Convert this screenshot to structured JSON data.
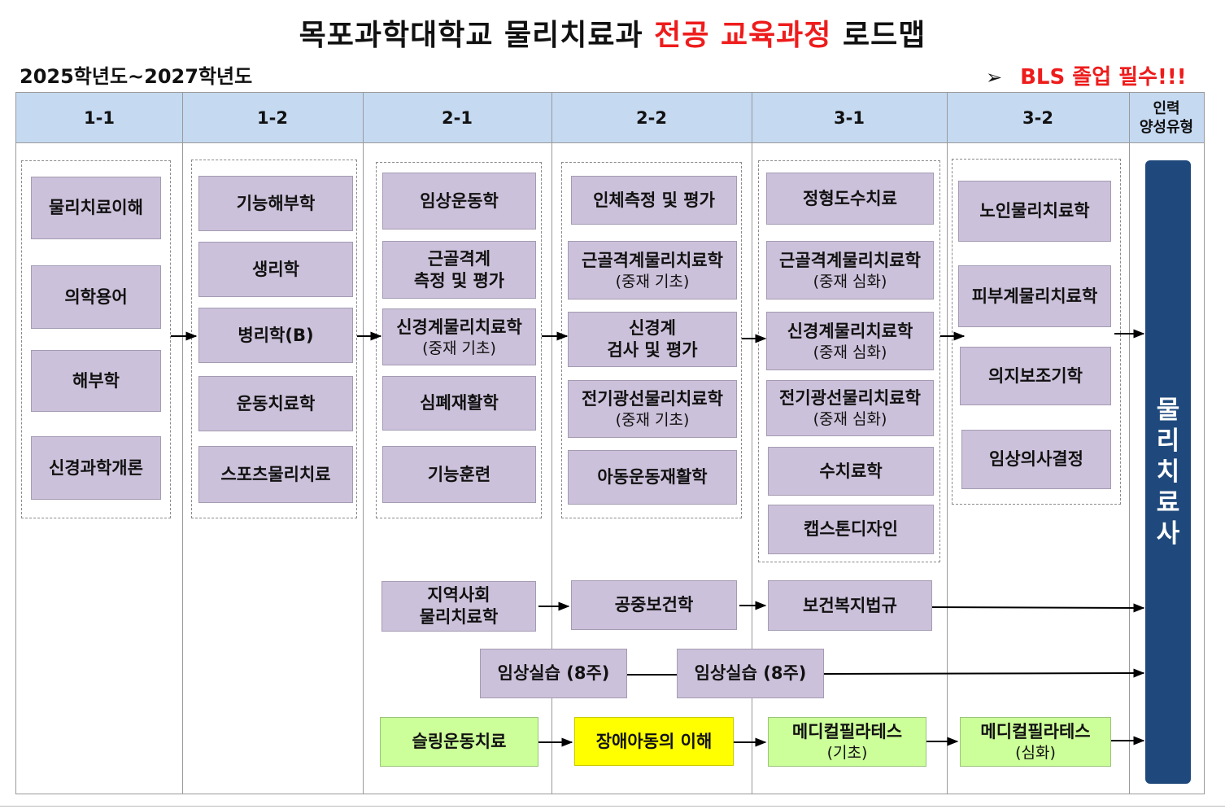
{
  "title": {
    "part1": "목포과학대학교 물리치료과 ",
    "highlight": "전공 교육과정",
    "part2": " 로드맵"
  },
  "period": "2025학년도~2027학년도",
  "notice": {
    "symbol": "➢",
    "text": "BLS 졸업 필수!!!"
  },
  "columns": [
    "1-1",
    "1-2",
    "2-1",
    "2-2",
    "3-1",
    "3-2",
    "인력\n양성유형"
  ],
  "goal": "물리치료사",
  "courses": {
    "y11": [
      "물리치료이해",
      "의학용어",
      "해부학",
      "신경과학개론"
    ],
    "y12": [
      "기능해부학",
      "생리학",
      "병리학(B)",
      "운동치료학",
      "스포츠물리치료"
    ],
    "y21": [
      {
        "name": "임상운동학"
      },
      {
        "name": "근골격계\n측정 및 평가"
      },
      {
        "name": "신경계물리치료학",
        "sub": "(중재 기초)"
      },
      {
        "name": "심폐재활학"
      },
      {
        "name": "기능훈련"
      }
    ],
    "y22": [
      {
        "name": "인체측정 및 평가"
      },
      {
        "name": "근골격계물리치료학",
        "sub": "(중재 기초)"
      },
      {
        "name": "신경계\n검사 및 평가"
      },
      {
        "name": "전기광선물리치료학",
        "sub": "(중재 기초)"
      },
      {
        "name": "아동운동재활학"
      }
    ],
    "y31": [
      {
        "name": "정형도수치료"
      },
      {
        "name": "근골격계물리치료학",
        "sub": "(중재 심화)"
      },
      {
        "name": "신경계물리치료학",
        "sub": "(중재 심화)"
      },
      {
        "name": "전기광선물리치료학",
        "sub": "(중재 심화)"
      },
      {
        "name": "수치료학"
      },
      {
        "name": "캡스톤디자인"
      }
    ],
    "y32": [
      "노인물리치료학",
      "피부계물리치료학",
      "의지보조기학",
      "임상의사결정"
    ]
  },
  "tracks": {
    "community": [
      "지역사회\n물리치료학",
      "공중보건학",
      "보건복지법규"
    ],
    "clinical": [
      "임상실습 (8주)",
      "임상실습 (8주)"
    ],
    "elective": [
      {
        "name": "슬링운동치료",
        "color": "#ccff99"
      },
      {
        "name": "장애아동의 이해",
        "color": "#ffff00"
      },
      {
        "name": "메디컬필라테스",
        "sub": "(기초)",
        "color": "#ccff99"
      },
      {
        "name": "메디컬필라테스",
        "sub": "(심화)",
        "color": "#ccff99"
      }
    ]
  },
  "colors": {
    "accent": "#ee1c1c",
    "header_bg": "#c5d9f1",
    "course_bg": "#ccc1da",
    "goal_bg": "#1f497d"
  }
}
